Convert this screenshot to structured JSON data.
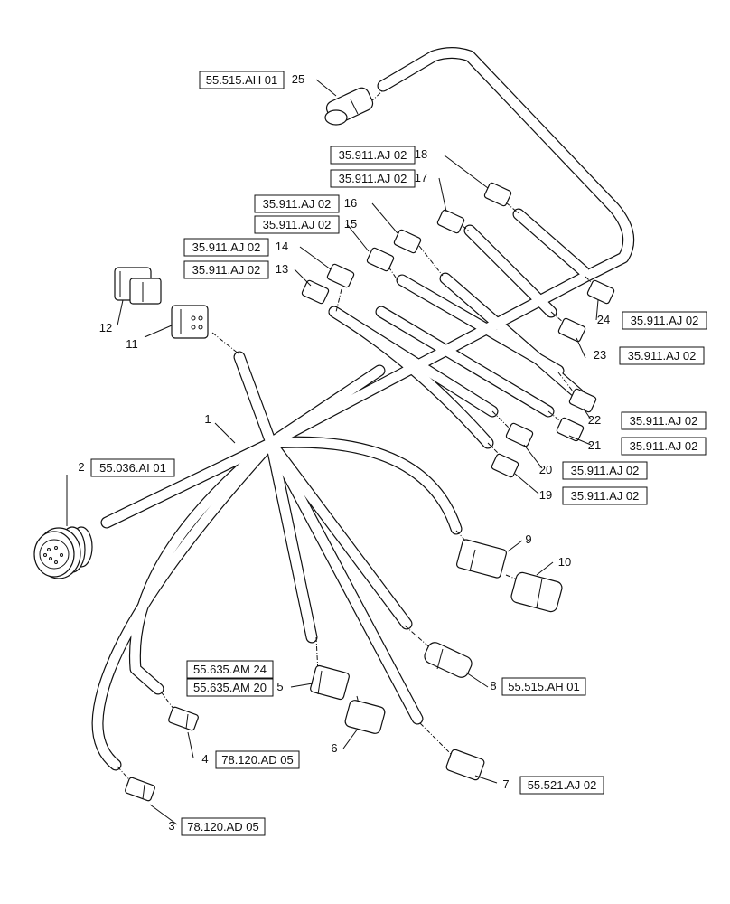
{
  "callouts": [
    {
      "num": "1",
      "ref": ""
    },
    {
      "num": "2",
      "ref": "55.036.AI 01"
    },
    {
      "num": "3",
      "ref": "78.120.AD 05"
    },
    {
      "num": "4",
      "ref": "78.120.AD 05"
    },
    {
      "num": "5",
      "ref": "55.635.AM 24",
      "ref2": "55.635.AM 20"
    },
    {
      "num": "6",
      "ref": ""
    },
    {
      "num": "7",
      "ref": "55.521.AJ 02"
    },
    {
      "num": "8",
      "ref": "55.515.AH 01"
    },
    {
      "num": "9",
      "ref": ""
    },
    {
      "num": "10",
      "ref": ""
    },
    {
      "num": "11",
      "ref": ""
    },
    {
      "num": "12",
      "ref": ""
    },
    {
      "num": "13",
      "ref": "35.911.AJ 02"
    },
    {
      "num": "14",
      "ref": "35.911.AJ 02"
    },
    {
      "num": "15",
      "ref": "35.911.AJ 02"
    },
    {
      "num": "16",
      "ref": "35.911.AJ 02"
    },
    {
      "num": "17",
      "ref": "35.911.AJ 02"
    },
    {
      "num": "18",
      "ref": "35.911.AJ 02"
    },
    {
      "num": "19",
      "ref": "35.911.AJ 02"
    },
    {
      "num": "20",
      "ref": "35.911.AJ 02"
    },
    {
      "num": "21",
      "ref": "35.911.AJ 02"
    },
    {
      "num": "22",
      "ref": "35.911.AJ 02"
    },
    {
      "num": "23",
      "ref": "35.911.AJ 02"
    },
    {
      "num": "24",
      "ref": "35.911.AJ 02"
    },
    {
      "num": "25",
      "ref": "55.515.AH 01"
    }
  ]
}
